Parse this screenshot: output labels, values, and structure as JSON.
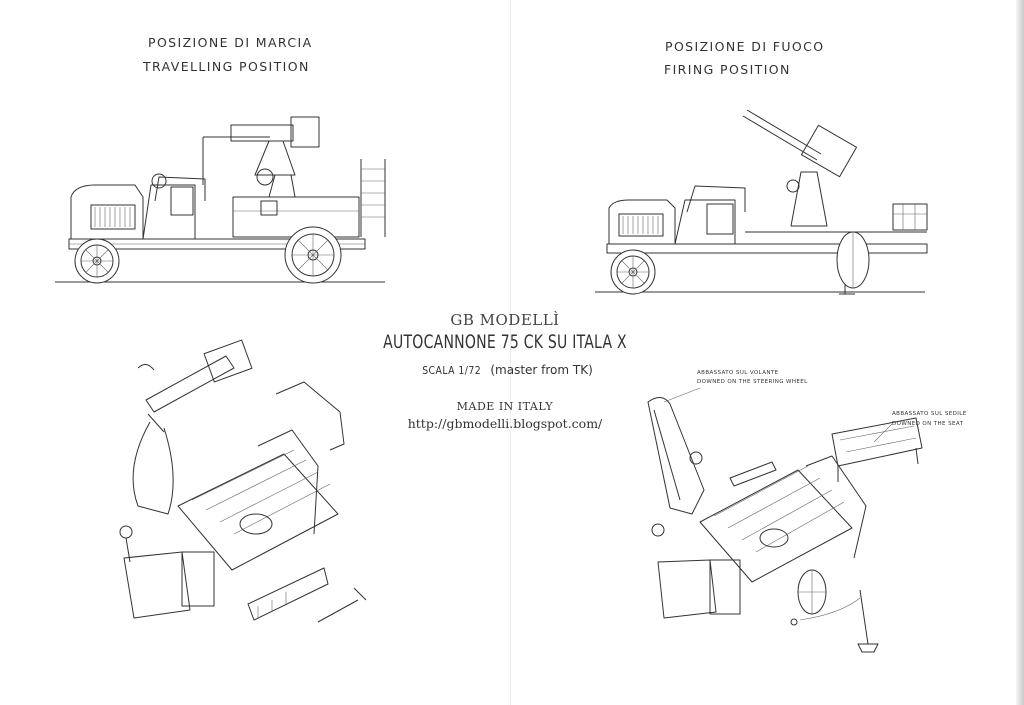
{
  "left_caption": {
    "line1": "POSIZIONE DI MARCIA",
    "line2": "TRAVELLING POSITION"
  },
  "right_caption": {
    "line1": "POSIZIONE DI FUOCO",
    "line2": "FIRING POSITION"
  },
  "header": {
    "brand": "GB MODELLÌ",
    "title": "AUTOCANNONE 75 CK SU ITALA X",
    "scale_label": "SCALA 1/72",
    "scale_note": "(master from TK)",
    "made_in": "MADE IN ITALY",
    "url": "http://gbmodelli.blogspot.com/"
  },
  "notes": {
    "steering": {
      "it": "ABBASSATO SUL VOLANTE",
      "en": "DOWNED ON THE STEERING WHEEL"
    },
    "seat": {
      "it": "ABBASSATO SUL SEDILE",
      "en": "DOWNED ON THE SEAT"
    }
  },
  "figures": [
    {
      "name": "travelling-position-side-view"
    },
    {
      "name": "firing-position-side-view"
    },
    {
      "name": "travelling-exploded-view"
    },
    {
      "name": "firing-exploded-view"
    }
  ]
}
